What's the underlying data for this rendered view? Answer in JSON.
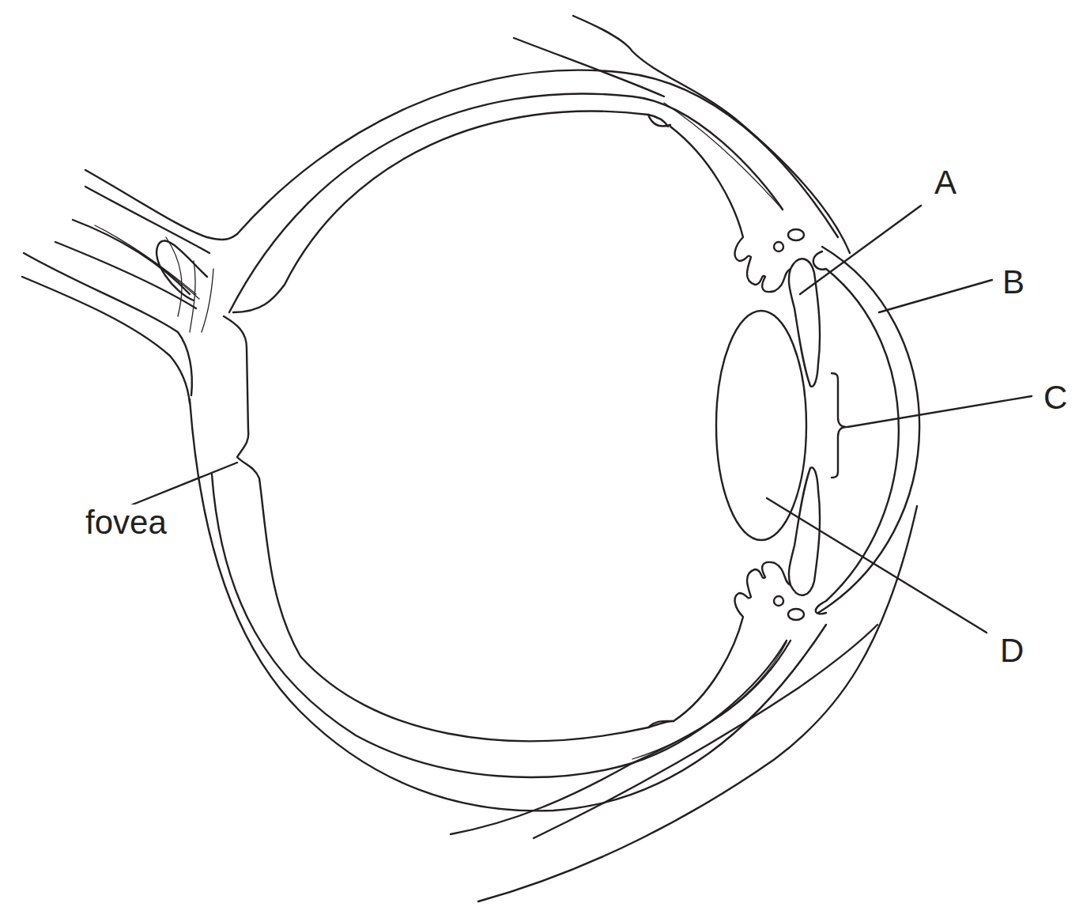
{
  "diagram": {
    "labels": [
      "A",
      "B",
      "C",
      "D",
      "fovea"
    ]
  }
}
